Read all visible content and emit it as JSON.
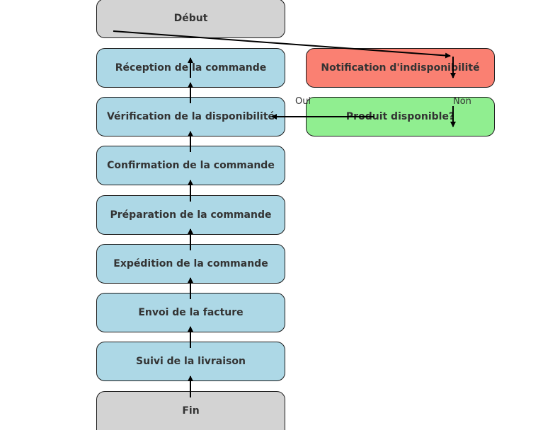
{
  "colors": {
    "terminal": "#d3d3d3",
    "step": "#add8e6",
    "notification": "#fa8072",
    "decision": "#90ee90",
    "edge": "#000000"
  },
  "nodes": {
    "debut": "Début",
    "reception": "Réception de la commande",
    "verification": "Vérification de la disponibilité",
    "confirmation": "Confirmation de la commande",
    "preparation": "Préparation de la commande",
    "expedition": "Expédition de la commande",
    "facture": "Envoi de la facture",
    "suivi": "Suivi de la livraison",
    "fin": "Fin",
    "notification": "Notification d'indisponibilité",
    "disponible": "Produit disponible?"
  },
  "edge_labels": {
    "oui": "Oui",
    "non": "Non"
  }
}
